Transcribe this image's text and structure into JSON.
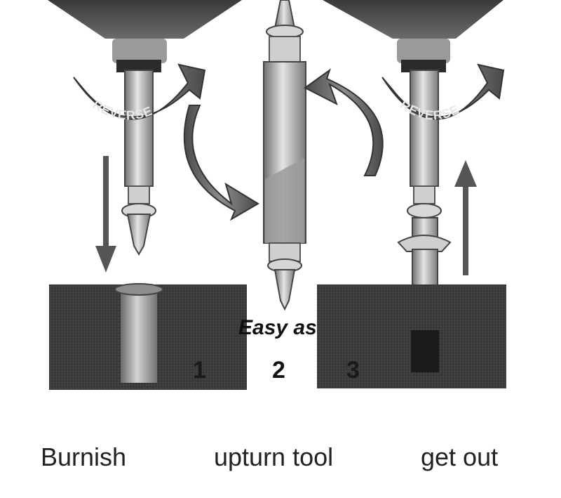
{
  "steps": [
    {
      "number": "1",
      "label": "Burnish"
    },
    {
      "number": "2",
      "label": "upturn tool"
    },
    {
      "number": "3",
      "label": "get out"
    }
  ],
  "caption": "Easy as",
  "direction_label": "REVERSE"
}
